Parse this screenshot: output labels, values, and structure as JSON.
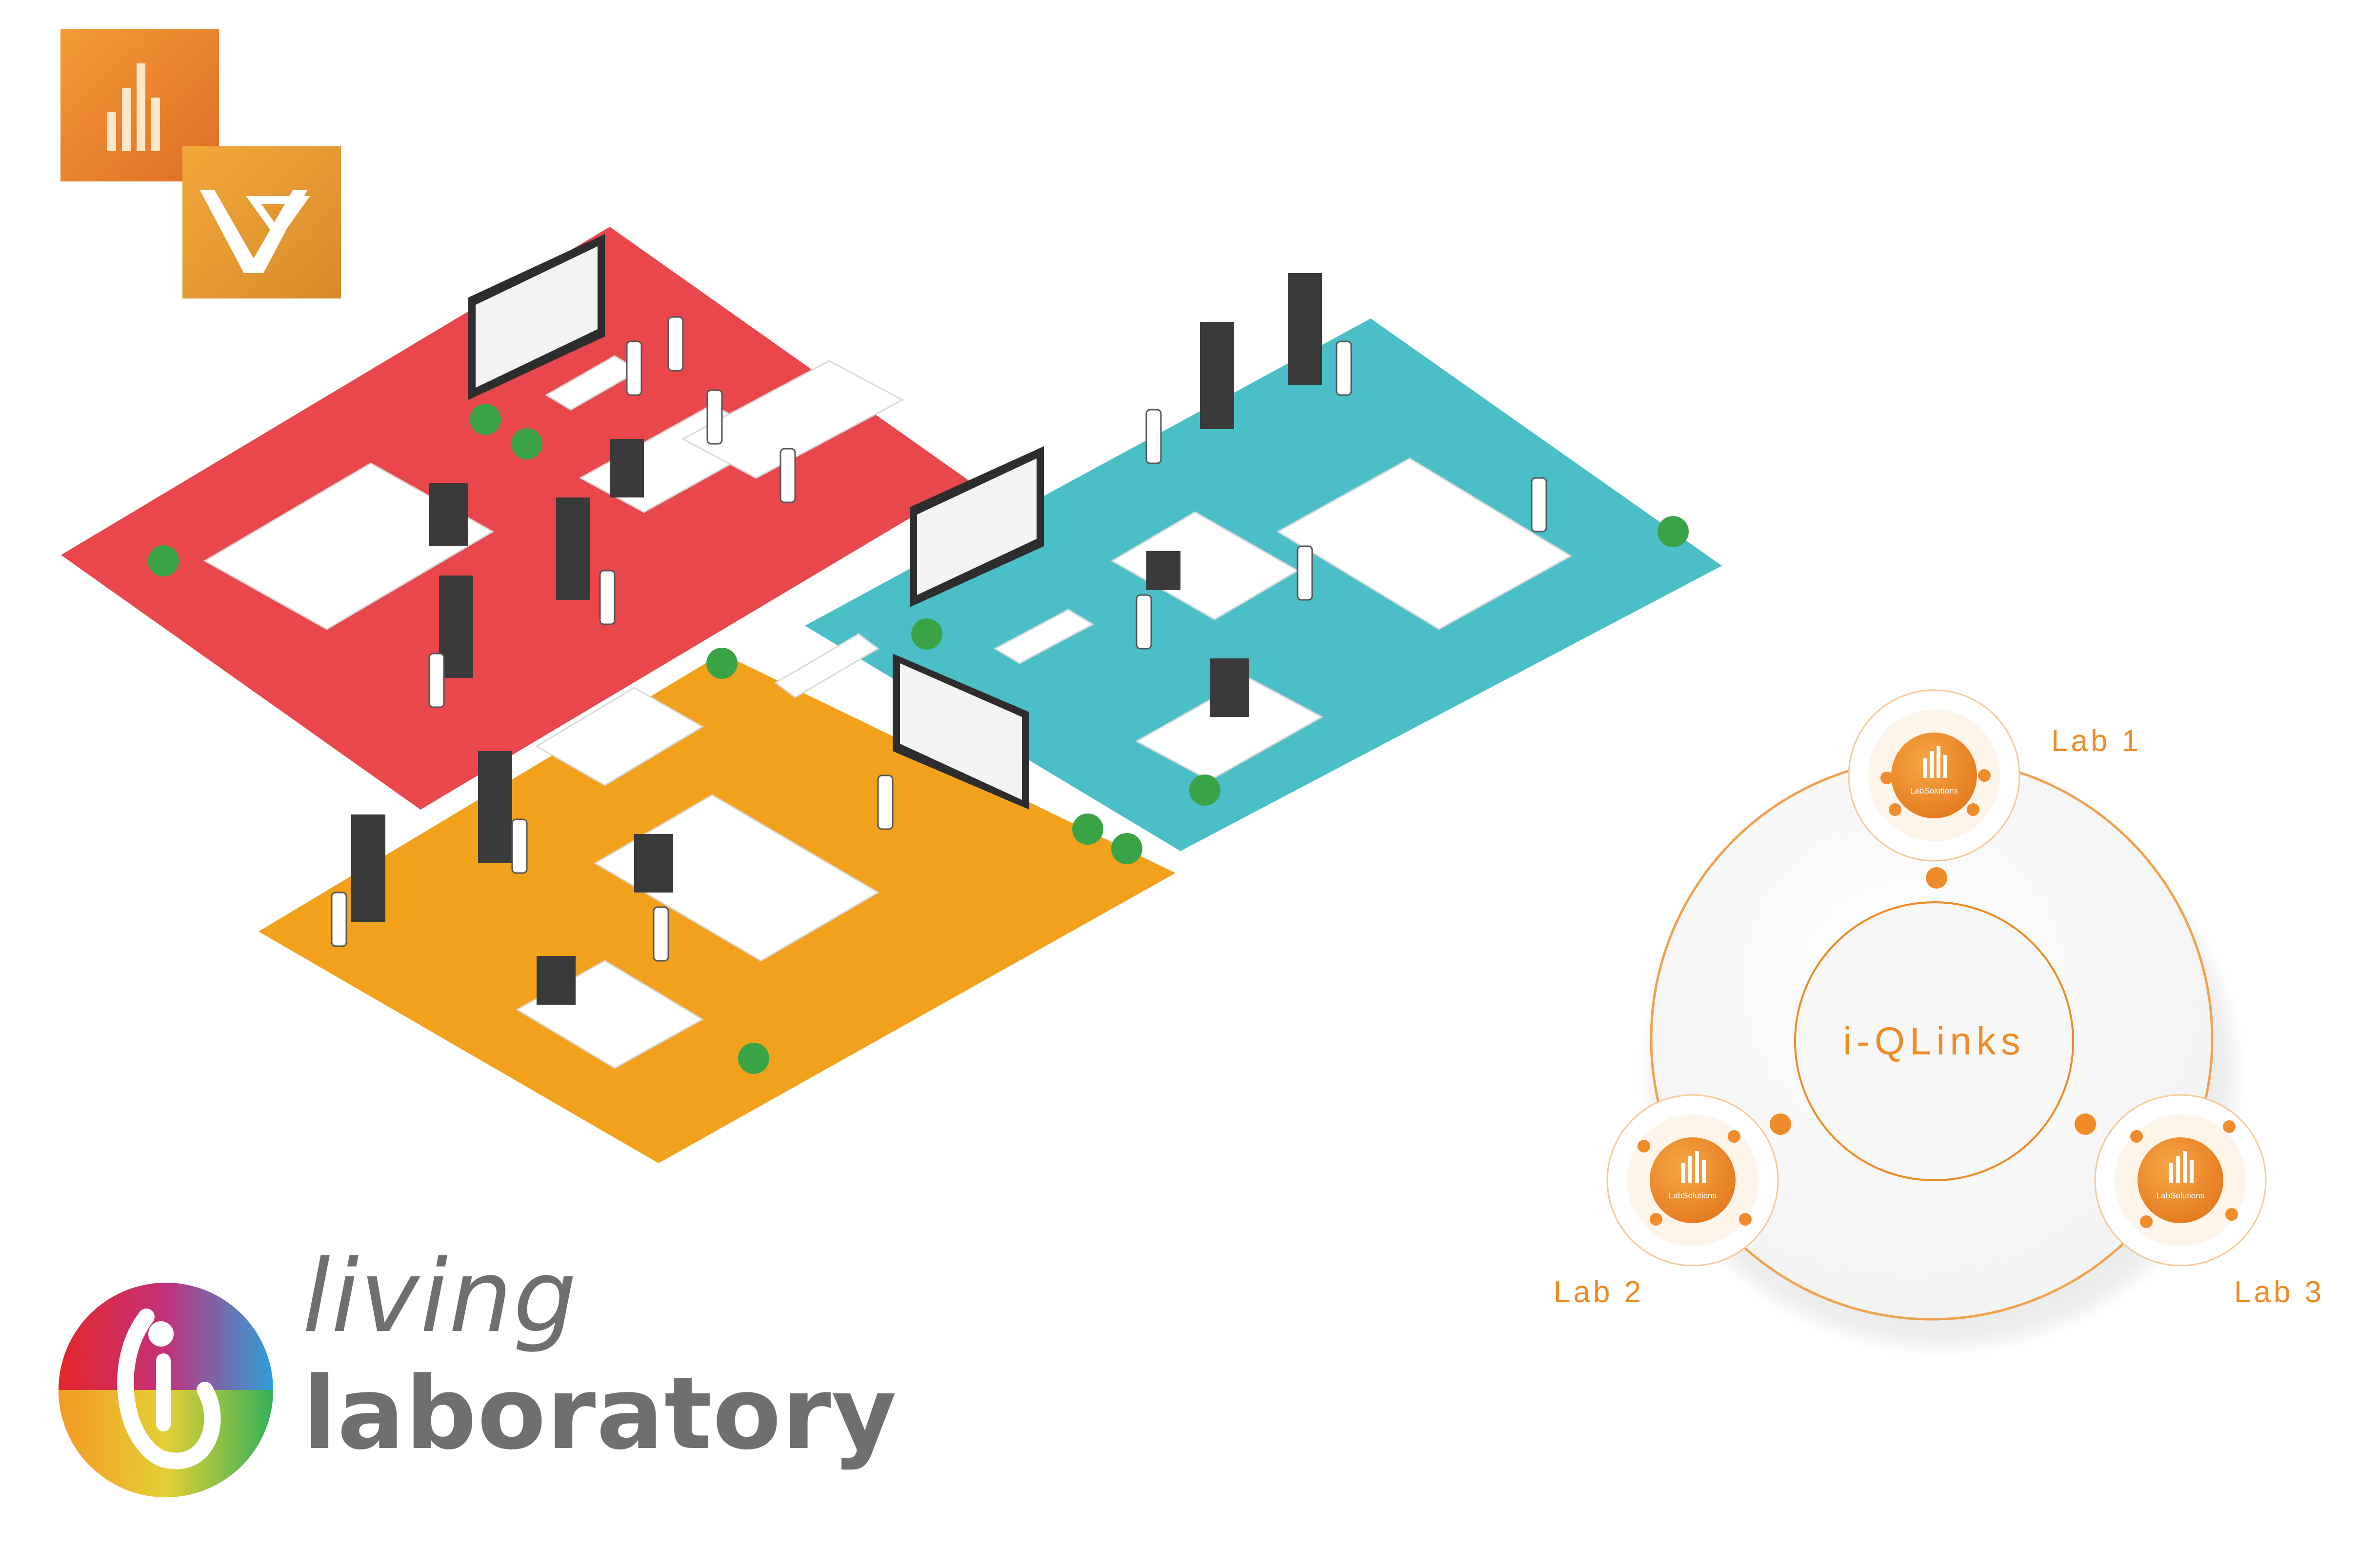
{
  "brand": {
    "line1": "living",
    "line2": "laboratory"
  },
  "diagram": {
    "center_label": "i-QLinks",
    "labs": [
      {
        "label": "Lab 1",
        "badge_text": "LabSolutions"
      },
      {
        "label": "Lab 2",
        "badge_text": "LabSolutions"
      },
      {
        "label": "Lab 3",
        "badge_text": "LabSolutions"
      }
    ]
  }
}
